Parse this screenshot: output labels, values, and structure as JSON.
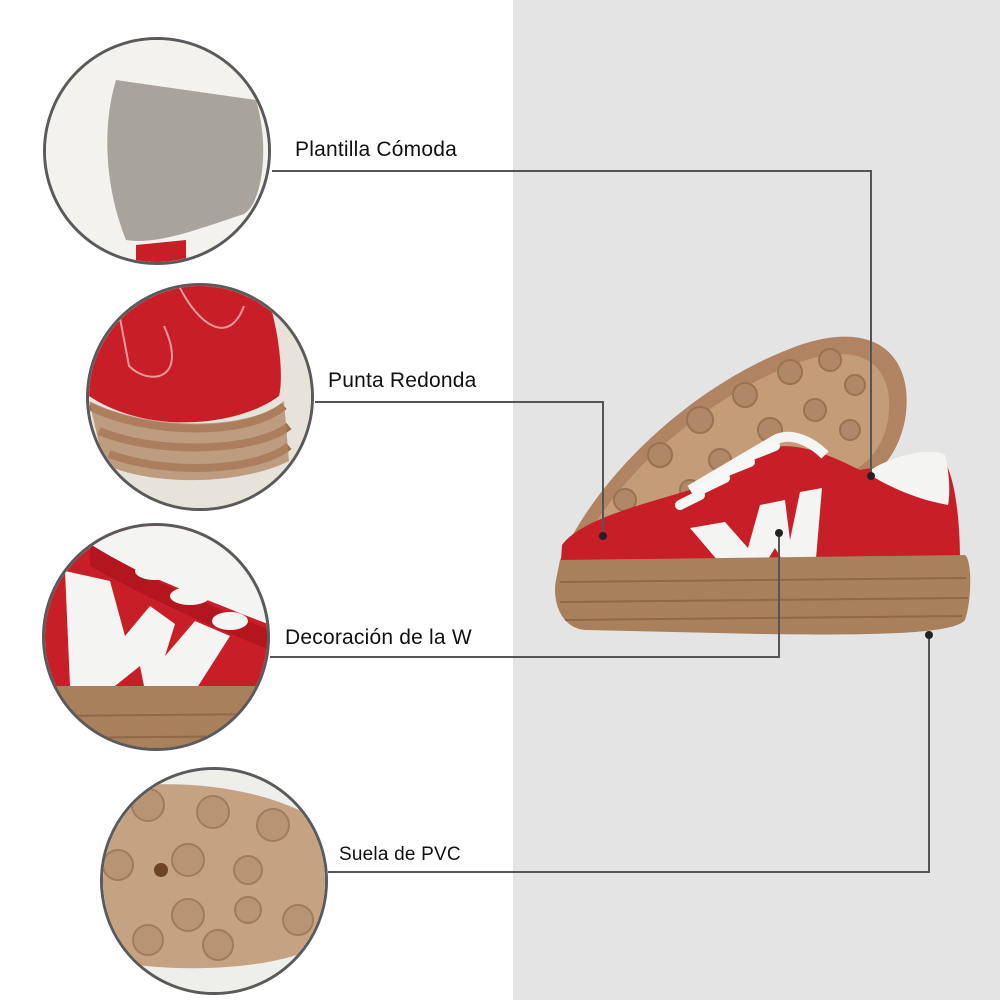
{
  "colors": {
    "background_left": "#ffffff",
    "background_right": "#e4e4e4",
    "shoe_red": "#c81e28",
    "sole_gum": "#a8805c",
    "leader_line": "#555555"
  },
  "callouts": [
    {
      "label": "Plantilla Cómoda",
      "feature": "insole"
    },
    {
      "label": "Punta Redonda",
      "feature": "round-toe"
    },
    {
      "label": "Decoración de la W",
      "feature": "w-decoration"
    },
    {
      "label": "Suela de PVC",
      "feature": "pvc-sole"
    }
  ],
  "product": {
    "letter": "W"
  }
}
